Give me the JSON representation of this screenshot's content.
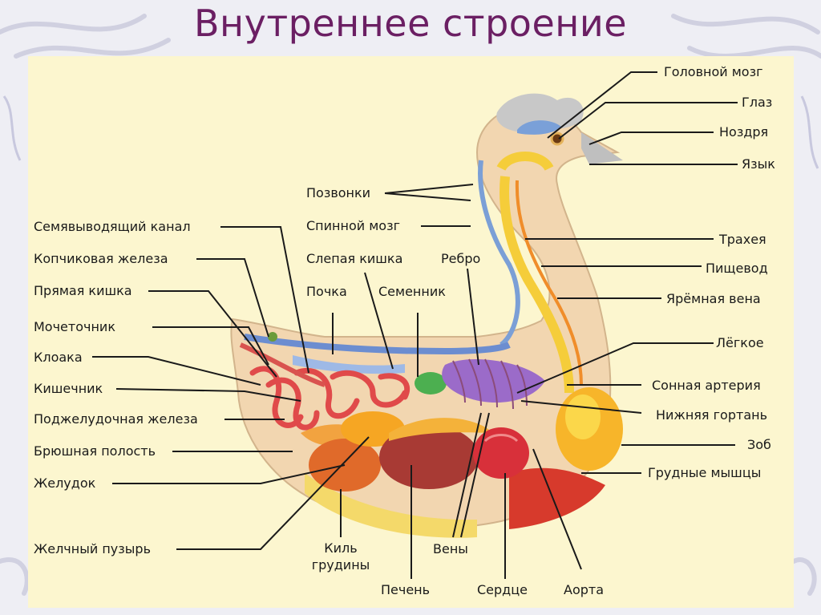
{
  "title": "Внутреннее строение",
  "labels": {
    "head_brain": "Головной мозг",
    "eye": "Глаз",
    "nostril": "Ноздря",
    "tongue": "Язык",
    "trachea": "Трахея",
    "esophagus": "Пищевод",
    "jugular_vein": "Ярёмная вена",
    "lung": "Лёгкое",
    "carotid_artery": "Сонная артерия",
    "lower_larynx": "Нижняя гортань",
    "crop": "Зоб",
    "pectoral_muscles": "Грудные мышцы",
    "vertebrae": "Позвонки",
    "spinal_cord": "Спинной мозг",
    "caecum": "Слепая кишка",
    "rib": "Ребро",
    "kidney": "Почка",
    "testis": "Семенник",
    "vas_deferens": "Семявыводящий канал",
    "uropygial_gland": "Копчиковая железа",
    "rectum": "Прямая кишка",
    "ureter": "Мочеточник",
    "cloaca": "Клоака",
    "intestine": "Кишечник",
    "pancreas": "Поджелудочная железа",
    "abdominal_cavity": "Брюшная полость",
    "stomach": "Желудок",
    "gallbladder": "Желчный пузырь",
    "keel_line1": "Киль",
    "keel_line2": "грудины",
    "veins": "Вены",
    "liver": "Печень",
    "heart": "Сердце",
    "aorta": "Аорта"
  }
}
